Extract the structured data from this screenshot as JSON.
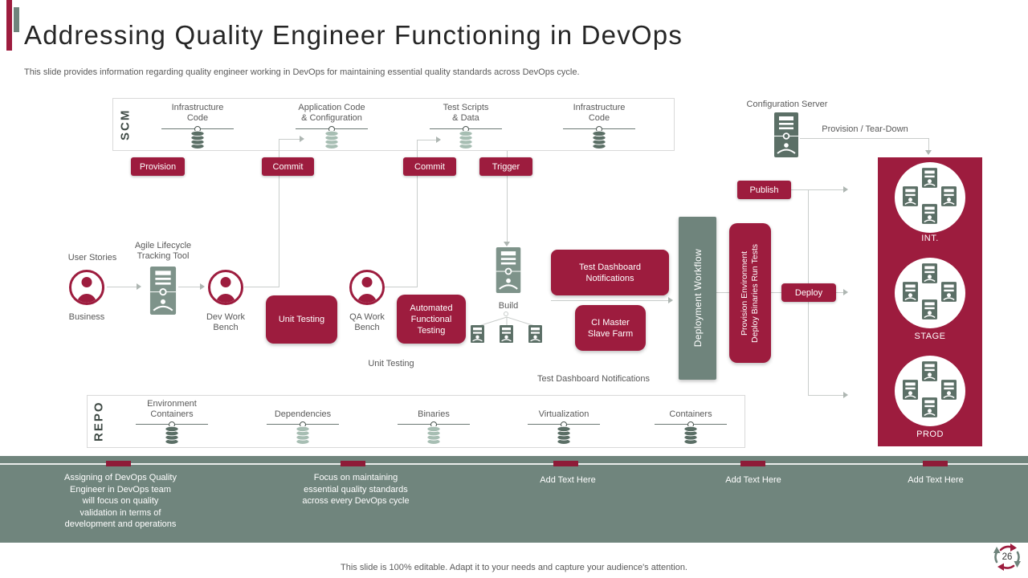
{
  "slide": {
    "title": "Addressing Quality Engineer Functioning in DevOps",
    "subtitle": "This slide provides information regarding quality engineer working in DevOps for maintaining essential quality standards across DevOps cycle.",
    "footer": "This slide is 100% editable. Adapt it to your needs and capture your audience's attention.",
    "page_number": "26"
  },
  "colors": {
    "maroon": "#9D1C3E",
    "sage_block": "#6F847C",
    "sage_icon_dark": "#5B6F66",
    "sage_icon_light": "#A7BEB3",
    "connector_gray": "#C9CDCB",
    "text_gray": "#595959"
  },
  "scm": {
    "label": "SCM",
    "items": [
      {
        "label": "Infrastructure\nCode",
        "tone": "dark"
      },
      {
        "label": "Application Code\n& Configuration",
        "tone": "light"
      },
      {
        "label": "Test Scripts\n& Data",
        "tone": "light"
      },
      {
        "label": "Infrastructure\nCode",
        "tone": "dark"
      }
    ]
  },
  "repo": {
    "label": "REPO",
    "items": [
      {
        "label": "Environment\nContainers",
        "tone": "dark"
      },
      {
        "label": "Dependencies",
        "tone": "light"
      },
      {
        "label": "Binaries",
        "tone": "light"
      },
      {
        "label": "Virtualization",
        "tone": "dark"
      },
      {
        "label": "Containers",
        "tone": "dark"
      }
    ]
  },
  "badges": {
    "provision": "Provision",
    "commit1": "Commit",
    "commit2": "Commit",
    "trigger": "Trigger",
    "publish": "Publish",
    "deploy": "Deploy"
  },
  "flow": {
    "user_stories": "User Stories",
    "business": "Business",
    "agile_tool": "Agile Lifecycle\nTracking Tool",
    "dev_bench": "Dev Work\nBench",
    "unit_testing_box": "Unit Testing",
    "qa_bench": "QA Work\nBench",
    "aft_box": "Automated\nFunctional\nTesting",
    "build": "Build",
    "unit_testing_caption": "Unit Testing",
    "test_dashboard_box": "Test Dashboard\nNotifications",
    "ci_master_box": "CI Master\nSlave Farm",
    "test_dashboard_caption": "Test Dashboard Notifications",
    "deployment_workflow": "Deployment Workflow",
    "provision_env": "Provision Environment\nDeploy Binaries Run Tests",
    "config_server": "Configuration Server",
    "provision_teardown": "Provision / Tear-Down"
  },
  "environments": [
    {
      "label": "INT."
    },
    {
      "label": "STAGE"
    },
    {
      "label": "PROD"
    }
  ],
  "notes": [
    "Assigning of DevOps Quality\nEngineer in DevOps team\nwill focus on quality\nvalidation in terms of\ndevelopment and operations",
    "Focus on maintaining\nessential quality standards\nacross every DevOps cycle",
    "Add Text Here",
    "Add Text Here",
    "Add Text Here"
  ]
}
